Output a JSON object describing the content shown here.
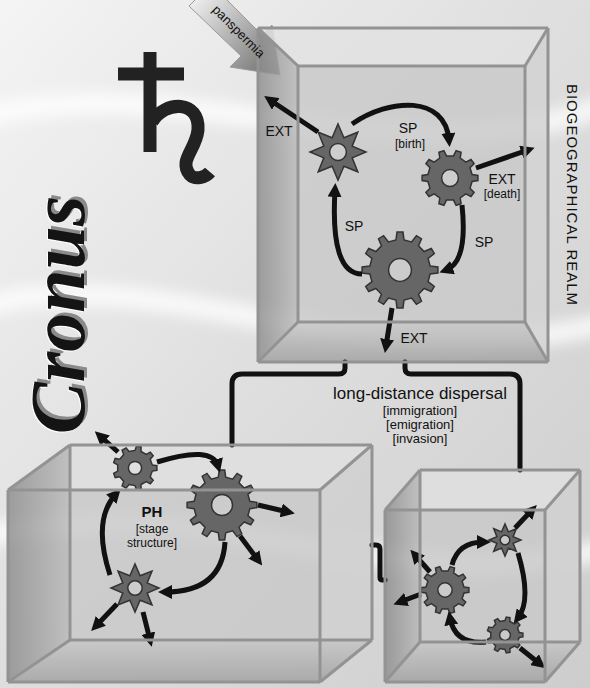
{
  "diagram": {
    "title": "Cronus",
    "nodes": [
      {
        "text": [
          "BIOGEOGRAPHICAL REALM"
        ]
      },
      {
        "text": [
          "PH",
          "[stage structure]"
        ]
      },
      {
        "text": []
      }
    ],
    "edges": [
      {
        "from": 0,
        "to": 1,
        "arrow": "none"
      },
      {
        "from": 0,
        "to": 2,
        "arrow": "none"
      },
      {
        "from": 1,
        "to": 2,
        "arrow": "none"
      }
    ],
    "labels": [
      "panspermia",
      "EXT",
      "SP",
      "[birth]",
      "EXT",
      "[death]",
      "SP",
      "SP",
      "EXT",
      "long-distance dispersal",
      "[immigration]",
      "[emigration]",
      "[invasion]"
    ]
  }
}
